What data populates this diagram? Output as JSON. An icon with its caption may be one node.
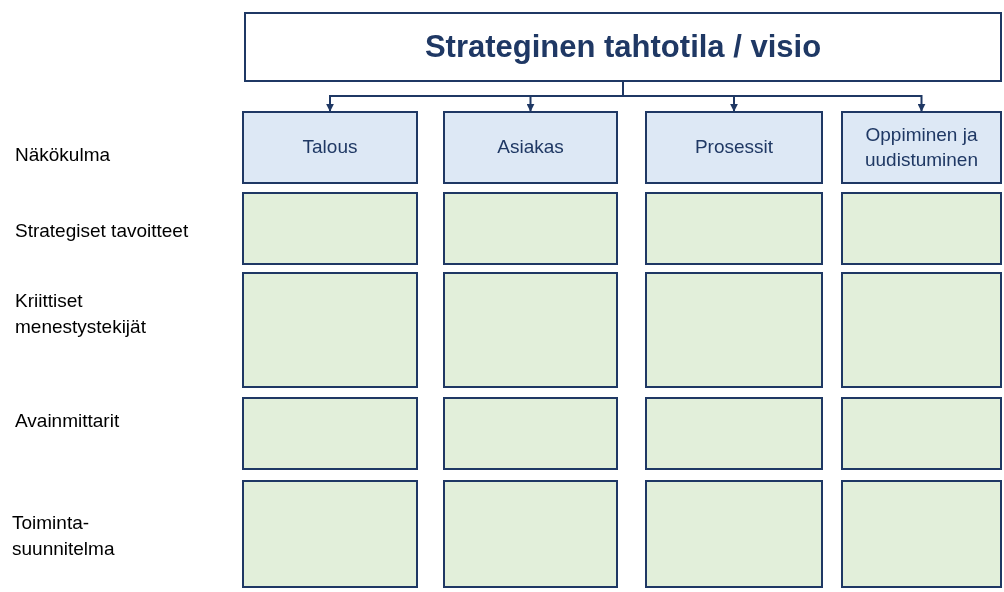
{
  "diagram": {
    "nodes": [
      {
        "text": [
          "Strateginen tahtotila / visio"
        ]
      },
      {
        "text": [
          "Talous"
        ]
      },
      {
        "text": [
          "Asiakas"
        ]
      },
      {
        "text": [
          "Prosessit"
        ]
      },
      {
        "text": [
          "Oppiminen ja uudistuminen"
        ]
      },
      {
        "text": [],
        "shape": "box"
      },
      {
        "text": [],
        "shape": "box"
      },
      {
        "text": [],
        "shape": "box"
      },
      {
        "text": [],
        "shape": "box"
      },
      {
        "text": [],
        "shape": "box"
      },
      {
        "text": [],
        "shape": "box"
      },
      {
        "text": [],
        "shape": "box"
      },
      {
        "text": [],
        "shape": "box"
      },
      {
        "text": [],
        "shape": "box"
      },
      {
        "text": [],
        "shape": "box"
      },
      {
        "text": [],
        "shape": "box"
      },
      {
        "text": [],
        "shape": "box"
      },
      {
        "text": [],
        "shape": "box"
      },
      {
        "text": [],
        "shape": "box"
      },
      {
        "text": [],
        "shape": "box"
      },
      {
        "text": [],
        "shape": "box"
      }
    ],
    "edges": [
      {
        "from": 0,
        "to": 1,
        "arrow": "to"
      },
      {
        "from": 0,
        "to": 2,
        "arrow": "to"
      },
      {
        "from": 0,
        "to": 3,
        "arrow": "to"
      },
      {
        "from": 0,
        "to": 4,
        "arrow": "to"
      }
    ],
    "labels": [
      "Näkökulma",
      "Strategiset tavoitteet",
      "Kriittiset menestystekijät",
      "Avainmittarit",
      "Toiminta- suunnitelma"
    ]
  }
}
